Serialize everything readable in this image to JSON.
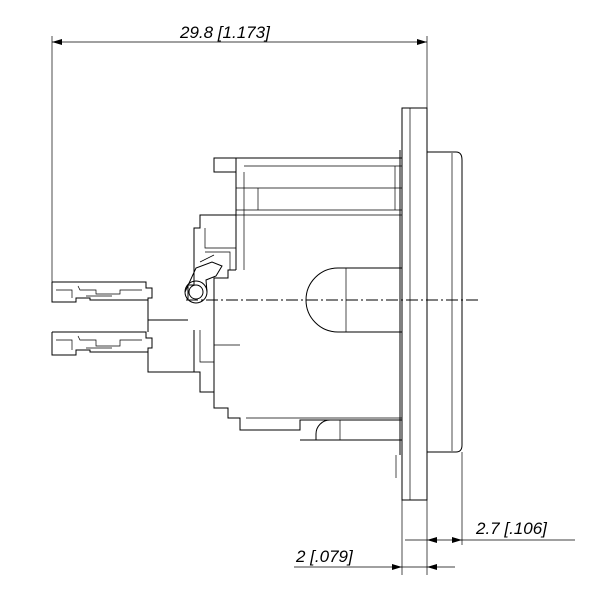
{
  "dimensions": {
    "overall_length": "29.8 [1.173]",
    "flange_to_face": "2.7 [.106]",
    "flange_thickness": "2 [.079]"
  }
}
